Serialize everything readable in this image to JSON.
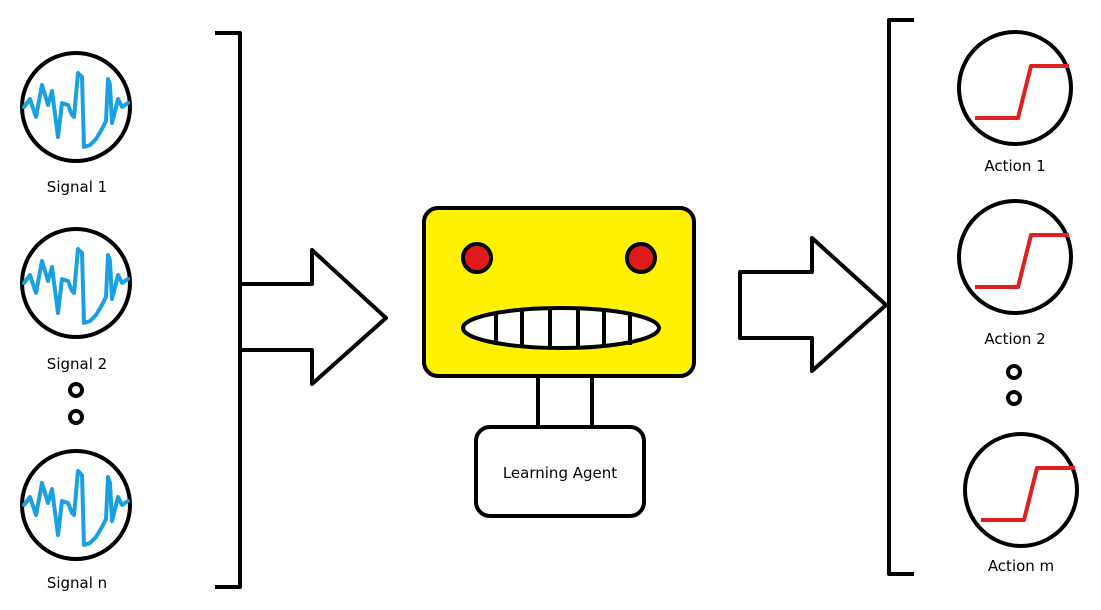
{
  "signals": [
    {
      "label": "Signal 1"
    },
    {
      "label": "Signal 2"
    },
    {
      "label": "Signal n"
    }
  ],
  "actions": [
    {
      "label": "Action 1"
    },
    {
      "label": "Action 2"
    },
    {
      "label": "Action m"
    }
  ],
  "agent": {
    "label": "Learning Agent"
  },
  "colors": {
    "signal_wave": "#1aa0e0",
    "action_curve": "#e02020",
    "robot_face": "#fff200",
    "robot_eye": "#e01a1a",
    "outline": "#000000"
  },
  "icons": [
    "signal-wave-icon",
    "action-step-icon",
    "robot-agent-icon",
    "arrow-right-icon",
    "ellipsis-dots-icon"
  ]
}
